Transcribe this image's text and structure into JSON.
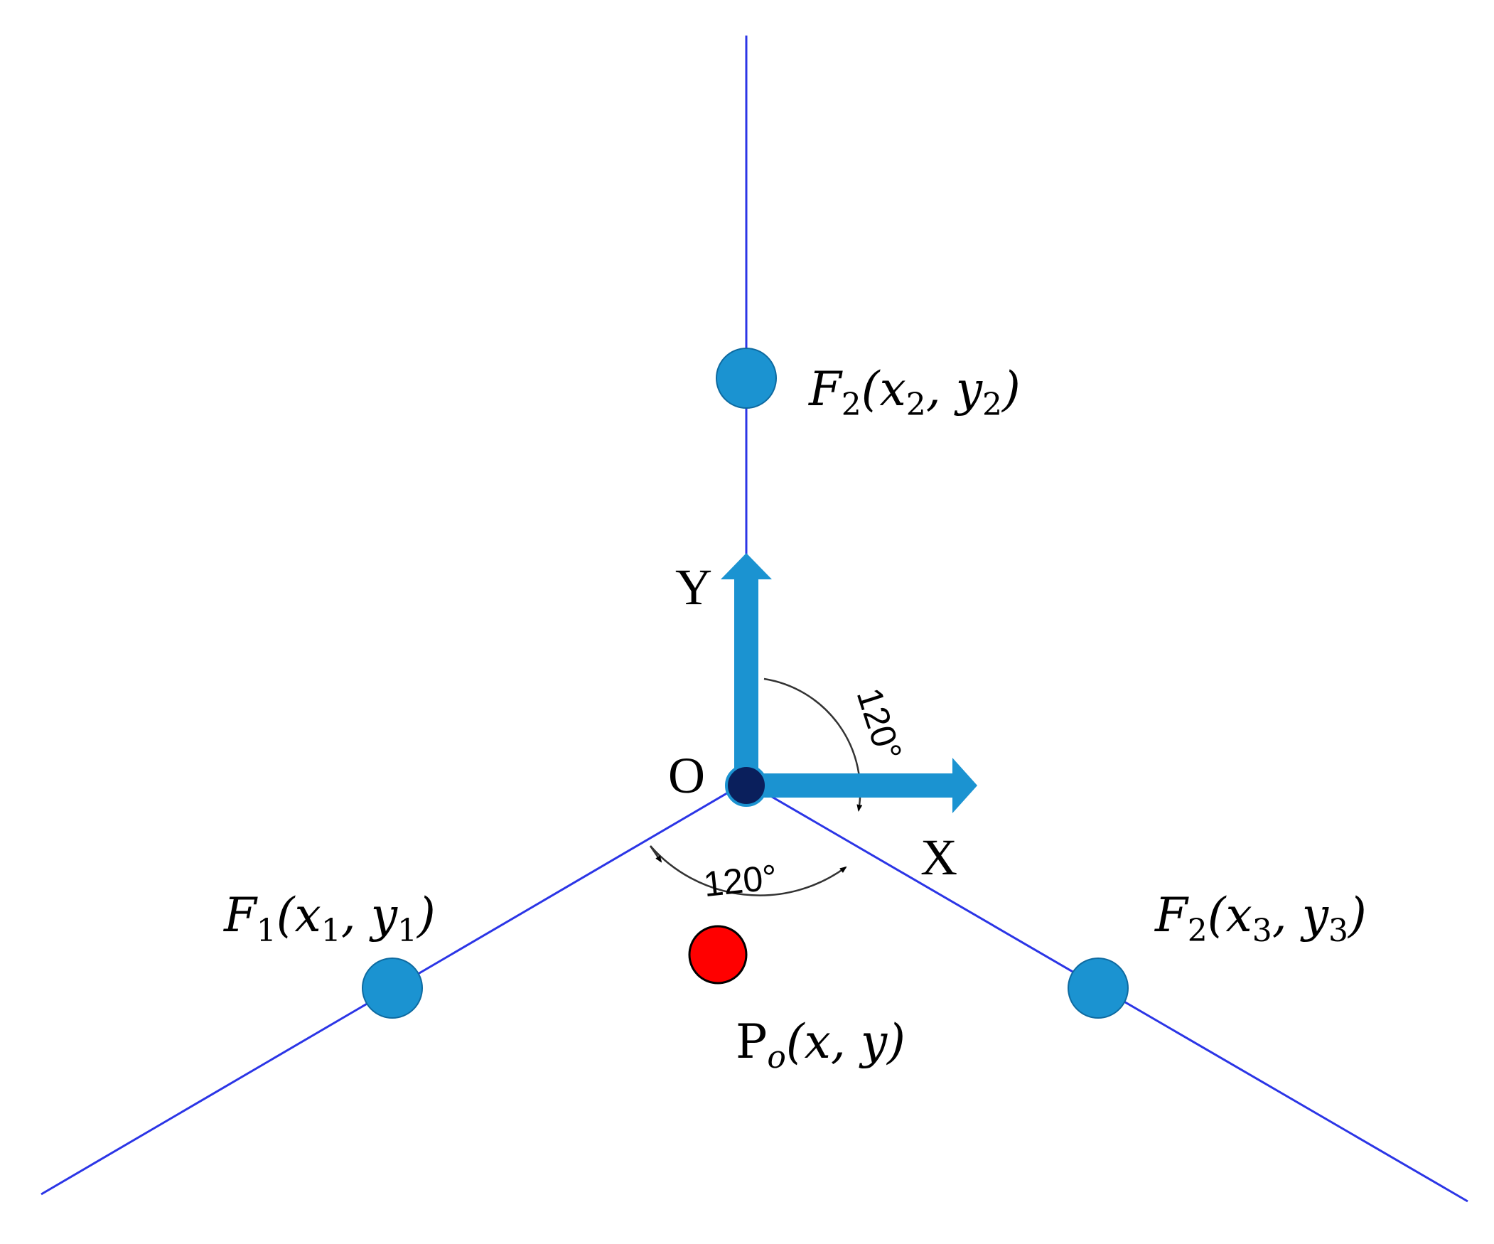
{
  "colors": {
    "guide_line": "#2b35e6",
    "axis_arrow": "#1b93d1",
    "sensor_node": "#1b93d1",
    "origin_node": "#0a1f5c",
    "target_point": "#ff0000",
    "arc": "#333333"
  },
  "labels": {
    "f1": {
      "main": "F",
      "sub": "1",
      "args": "(x",
      "arg1sub": "1",
      "sep": ", y",
      "arg2sub": "1",
      "close": ")"
    },
    "f2": {
      "main": "F",
      "sub": "2",
      "args": "(x",
      "arg1sub": "2",
      "sep": ", y",
      "arg2sub": "2",
      "close": ")"
    },
    "f3": {
      "main": "F",
      "sub": "2",
      "args": "(x",
      "arg1sub": "3",
      "sep": ", y",
      "arg2sub": "3",
      "close": ")"
    },
    "p0": {
      "main": "P",
      "sub": "o",
      "args": "(x, y)"
    },
    "origin": "O",
    "x_axis": "X",
    "y_axis": "Y",
    "angle_upper": "120°",
    "angle_lower": "120°"
  }
}
